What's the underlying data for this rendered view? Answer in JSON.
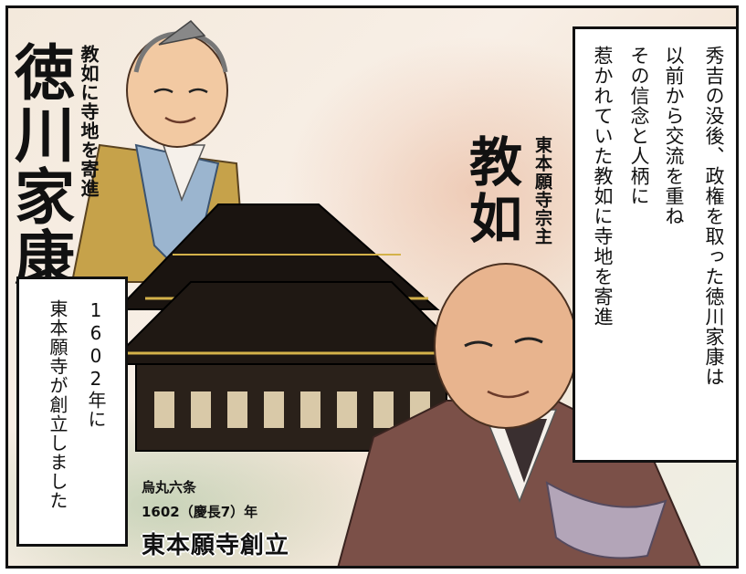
{
  "narration": {
    "lines": [
      "秀吉の没後、政権を取った徳川家康は",
      "以前から交流を重ね",
      "その信念と人柄に",
      "惹かれていた教如に寺地を寄進"
    ]
  },
  "ieyasu": {
    "name": "徳川家康",
    "caption": "教如に寺地を寄進"
  },
  "kyonyo": {
    "name": "教如",
    "title": "東本願寺宗主"
  },
  "founding_box": {
    "lines": [
      "1602年に",
      "東本願寺が創立しました"
    ]
  },
  "temple_caption": {
    "location": "烏丸六条",
    "year": "1602（慶長7）年",
    "headline": "東本願寺創立"
  },
  "colors": {
    "robe_brown": "#7b5048",
    "ieyasu_robe": "#c6a24a",
    "temple_dark": "#1a1410",
    "gold_trim": "#d4b24a"
  }
}
